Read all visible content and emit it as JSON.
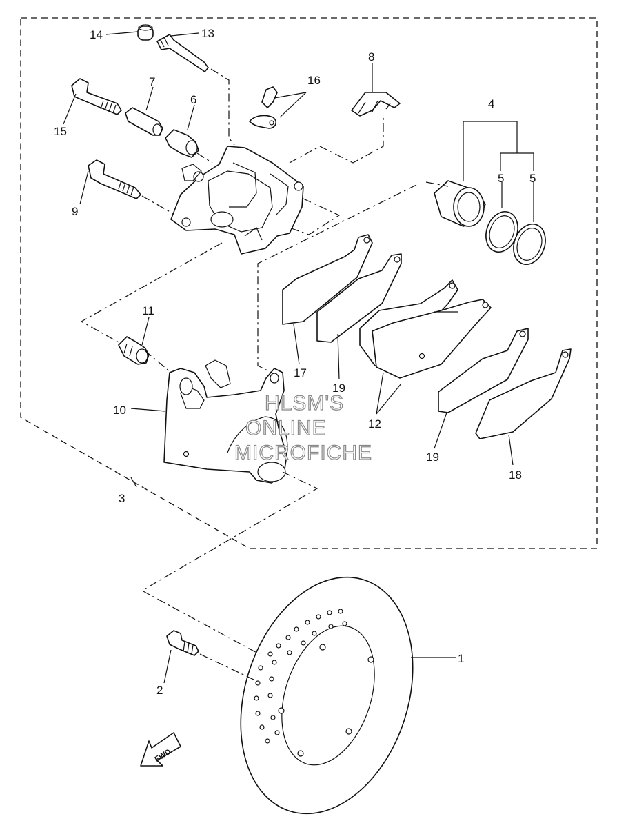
{
  "callouts": {
    "c1": "1",
    "c2": "2",
    "c3": "3",
    "c4": "4",
    "c5a": "5",
    "c5b": "5",
    "c6": "6",
    "c7": "7",
    "c8": "8",
    "c9": "9",
    "c10": "10",
    "c11": "11",
    "c12": "12",
    "c13": "13",
    "c14": "14",
    "c15": "15",
    "c16": "16",
    "c17": "17",
    "c18": "18",
    "c19a": "19",
    "c19b": "19"
  },
  "watermark": {
    "line1": "HLSM'S",
    "line2": "ONLINE",
    "line3": "MICROFICHE"
  },
  "fwd_label": "FWD"
}
